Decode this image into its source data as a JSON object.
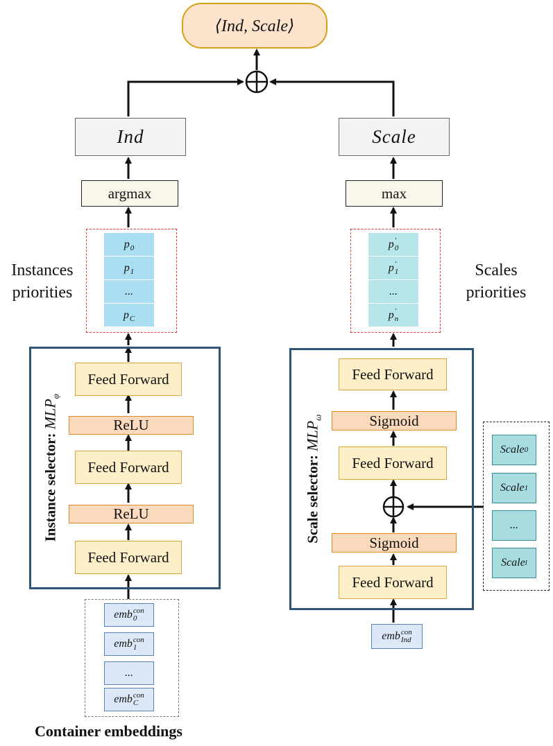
{
  "output_label": "⟨Ind, Scale⟩",
  "ind_label": "Ind",
  "scale_label": "Scale",
  "argmax_label": "argmax",
  "max_label": "max",
  "instances_priorities_label": "Instances\npriorities",
  "scales_priorities_label": "Scales\npriorities",
  "instance_priorities": [
    {
      "base": "p",
      "sub": "0",
      "sup": ""
    },
    {
      "base": "p",
      "sub": "1",
      "sup": ""
    },
    {
      "base": "...",
      "sub": "",
      "sup": ""
    },
    {
      "base": "p",
      "sub": "C",
      "sup": ""
    }
  ],
  "scale_priorities": [
    {
      "base": "p",
      "sub": "0",
      "sup": "′"
    },
    {
      "base": "p",
      "sub": "1",
      "sup": "′"
    },
    {
      "base": "...",
      "sub": "",
      "sup": ""
    },
    {
      "base": "p",
      "sub": "n",
      "sup": "′"
    }
  ],
  "instance_selector": {
    "title": "Instance selector: ",
    "math": "MLPφ",
    "layers": [
      "Feed Forward",
      "ReLU",
      "Feed Forward",
      "ReLU",
      "Feed Forward"
    ]
  },
  "scale_selector": {
    "title": "Scale selector: ",
    "math": "MLPω",
    "layers": [
      "Feed Forward",
      "Sigmoid",
      "Feed Forward",
      "Sigmoid",
      "Feed Forward"
    ]
  },
  "container_embeddings": [
    {
      "base": "emb",
      "sub": "0",
      "sup": "con"
    },
    {
      "base": "emb",
      "sub": "1",
      "sup": "con"
    },
    {
      "base": "...",
      "sub": "",
      "sup": ""
    },
    {
      "base": "emb",
      "sub": "C",
      "sup": "con"
    }
  ],
  "container_embeddings_label": "Container embeddings",
  "ind_embedding": {
    "base": "emb",
    "sub": "Ind",
    "sup": "con"
  },
  "scale_inputs": [
    {
      "base": "Scale",
      "sub": "0"
    },
    {
      "base": "Scale",
      "sub": "1"
    },
    {
      "base": "...",
      "sub": ""
    },
    {
      "base": "Scale",
      "sub": "l"
    }
  ],
  "colors": {
    "frame": "#2e5478",
    "output_fill": "#fde3cc",
    "feed_forward_fill": "#fdf0c9",
    "activation_fill": "#fbd9bd",
    "priority_fill": "#a9dff0",
    "embedding_fill": "#dce8f7",
    "scale_fill": "#a8dde0"
  },
  "icons": [
    "plus-circle-icon",
    "arrow-icon"
  ]
}
